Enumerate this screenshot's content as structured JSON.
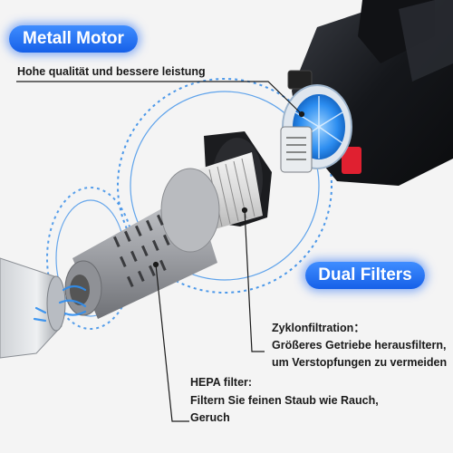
{
  "colors": {
    "accent": "#1660e8",
    "motor_glow": "#3b8ff0",
    "device_body": "#1b1d22",
    "filter_gray": "#a7a9ad",
    "switch_red": "#e02030"
  },
  "badges": {
    "motor": "Metall Motor",
    "filters": "Dual Filters"
  },
  "callouts": {
    "motor": "Hohe qualität und bessere leistung",
    "cyclone": {
      "title": "Zyklonfiltration：",
      "line1": "Größeres Getriebe herausfiltern,",
      "line2": "um Verstopfungen zu vermeiden"
    },
    "hepa": {
      "title": "HEPA filter:",
      "line1": "Filtern Sie feinen Staub wie Rauch,",
      "line2": "Geruch"
    }
  },
  "icons": [
    "motor-fan-icon",
    "airflow-ring-icon"
  ]
}
